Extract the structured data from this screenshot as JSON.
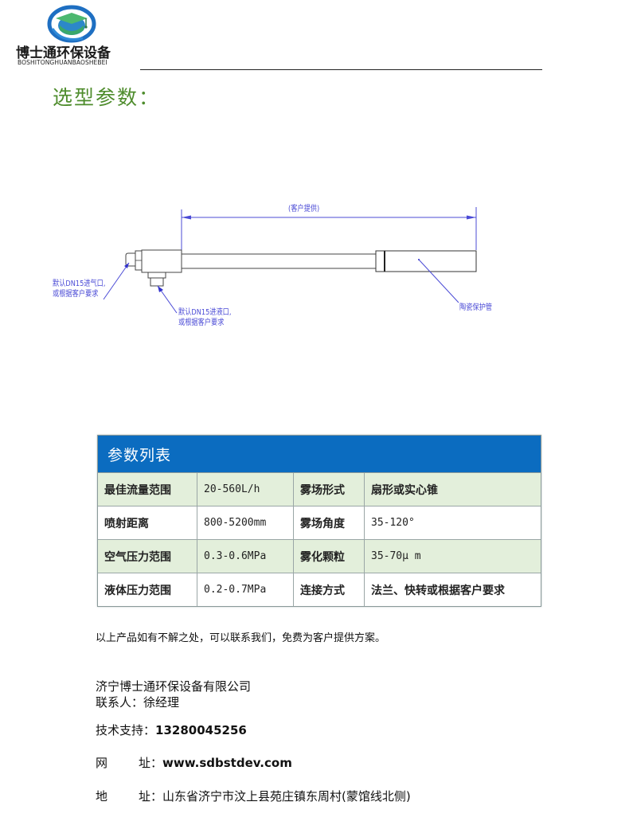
{
  "header": {
    "logo_cn": "博士通环保设备",
    "logo_en": "BOSHITONGHUANBAOSHEBEI",
    "logo_icon": "graduation-cap-globe-icon",
    "colors": {
      "logo_blue": "#1e6fc2",
      "logo_green": "#3aa86a",
      "rule": "#222222"
    }
  },
  "section": {
    "title": "选型参数：",
    "color": "#4e8c2c"
  },
  "diagram": {
    "dimension_label": "(客户提供)",
    "callouts": [
      {
        "id": "air-inlet",
        "lines": [
          "默认DN15进气口,",
          "或根据客户要求"
        ]
      },
      {
        "id": "liquid-inlet",
        "lines": [
          "默认DN15进液口,",
          "或根据客户要求"
        ]
      },
      {
        "id": "ceramic-tube",
        "lines": [
          "陶瓷保护管"
        ]
      }
    ],
    "annotation_color": "#4b4bd6"
  },
  "table": {
    "title": "参数列表",
    "header_color": "#0b6cc0",
    "shade_color": "#e3efdb",
    "rows": [
      {
        "label1": "最佳流量范围",
        "value1": "20-560L/h",
        "label2": "雾场形式",
        "value2": "扇形或实心锥"
      },
      {
        "label1": "喷射距离",
        "value1": "800-5200mm",
        "label2": "雾场角度",
        "value2": "35-120°"
      },
      {
        "label1": "空气压力范围",
        "value1": "0.3-0.6MPa",
        "label2": "雾化颗粒",
        "value2": "35-70μ m"
      },
      {
        "label1": "液体压力范围",
        "value1": "0.2-0.7MPa",
        "label2": "连接方式",
        "value2": "法兰、快转或根据客户要求"
      }
    ]
  },
  "footer": {
    "note": "以上产品如有不解之处，可以联系我们，免费为客户提供方案。",
    "company": "济宁博士通环保设备有限公司",
    "contact": "联系人：徐经理",
    "tech_label": "技术支持：",
    "tech_phone": "13280045256",
    "web_label_a": "网",
    "web_label_b": "址：",
    "web_url": "www.sdbstdev.com",
    "addr_label_a": "地",
    "addr_label_b": "址：",
    "address": "山东省济宁市汶上县苑庄镇东周村(蒙馆线北侧)"
  }
}
